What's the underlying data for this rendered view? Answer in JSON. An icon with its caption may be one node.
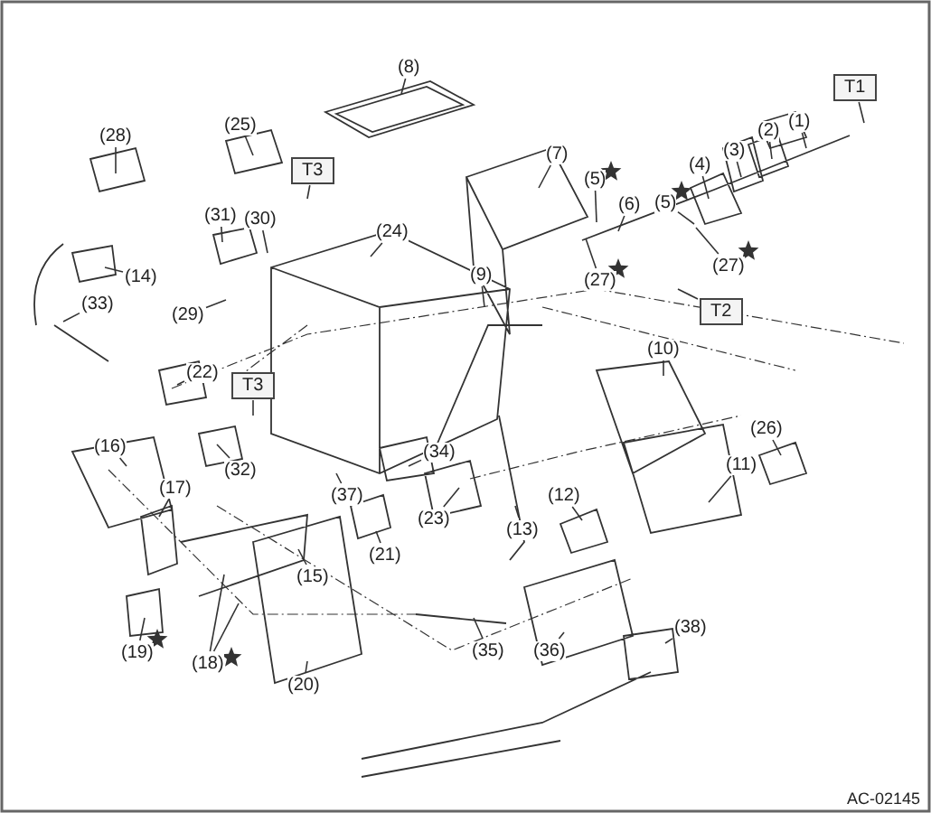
{
  "diagram": {
    "nodes": [
      {
        "text": [
          "(8)"
        ]
      },
      {
        "text": [
          "T1"
        ]
      },
      {
        "text": [
          "(1)"
        ]
      },
      {
        "text": [
          "(28)"
        ]
      },
      {
        "text": [
          "(2)"
        ]
      },
      {
        "text": [
          "(25)"
        ]
      },
      {
        "text": [
          "(3)"
        ]
      },
      {
        "text": [
          "(7)"
        ]
      },
      {
        "text": [
          "(4)"
        ]
      },
      {
        "text": [
          "T3"
        ]
      },
      {
        "text": [
          "(5)"
        ]
      },
      {
        "text": [
          "(6)"
        ]
      },
      {
        "text": [
          "(5)"
        ]
      },
      {
        "text": [
          "(31)"
        ]
      },
      {
        "text": [
          "(30)"
        ]
      },
      {
        "text": [
          "(24)"
        ]
      },
      {
        "text": [
          "(27)"
        ]
      },
      {
        "text": [
          "(9)"
        ]
      },
      {
        "text": [
          "(14)"
        ]
      },
      {
        "text": [
          "(27)"
        ]
      },
      {
        "text": [
          "(33)"
        ]
      },
      {
        "text": [
          "T2"
        ]
      },
      {
        "text": [
          "(29)"
        ]
      },
      {
        "text": [
          "(10)"
        ]
      },
      {
        "text": [
          "(22)"
        ]
      },
      {
        "text": [
          "T3"
        ]
      },
      {
        "text": [
          "(26)"
        ]
      },
      {
        "text": [
          "(16)"
        ]
      },
      {
        "text": [
          "(34)"
        ]
      },
      {
        "text": [
          "(11)"
        ]
      },
      {
        "text": [
          "(32)"
        ]
      },
      {
        "text": [
          "(17)"
        ]
      },
      {
        "text": [
          "(12)"
        ]
      },
      {
        "text": [
          "(37)"
        ]
      },
      {
        "text": [
          "(23)"
        ]
      },
      {
        "text": [
          "(13)"
        ]
      },
      {
        "text": [
          "(21)"
        ]
      },
      {
        "text": [
          "(15)"
        ]
      },
      {
        "text": [
          "(38)"
        ]
      },
      {
        "text": [
          "(19)"
        ]
      },
      {
        "text": [
          "(35)"
        ]
      },
      {
        "text": [
          "(36)"
        ]
      },
      {
        "text": [
          "(18)"
        ]
      },
      {
        "text": [
          "(20)"
        ]
      }
    ],
    "edges": [
      {
        "from": 0,
        "to": null,
        "arrow": "none"
      },
      {
        "from": 1,
        "to": null,
        "arrow": "none"
      },
      {
        "from": 2,
        "to": null,
        "arrow": "none"
      },
      {
        "from": 3,
        "to": null,
        "arrow": "none"
      },
      {
        "from": 4,
        "to": null,
        "arrow": "none"
      },
      {
        "from": 5,
        "to": null,
        "arrow": "none"
      },
      {
        "from": 6,
        "to": null,
        "arrow": "none"
      },
      {
        "from": 7,
        "to": null,
        "arrow": "none"
      },
      {
        "from": 8,
        "to": null,
        "arrow": "none"
      },
      {
        "from": 9,
        "to": null,
        "arrow": "none"
      },
      {
        "from": 10,
        "to": null,
        "arrow": "none"
      },
      {
        "from": 11,
        "to": null,
        "arrow": "none"
      },
      {
        "from": 12,
        "to": null,
        "arrow": "none"
      },
      {
        "from": 13,
        "to": null,
        "arrow": "none"
      },
      {
        "from": 14,
        "to": null,
        "arrow": "none"
      },
      {
        "from": 15,
        "to": null,
        "arrow": "none"
      },
      {
        "from": 16,
        "to": null,
        "arrow": "none"
      },
      {
        "from": 17,
        "to": null,
        "arrow": "none"
      },
      {
        "from": 18,
        "to": null,
        "arrow": "none"
      },
      {
        "from": 19,
        "to": null,
        "arrow": "none"
      },
      {
        "from": 20,
        "to": null,
        "arrow": "none"
      },
      {
        "from": 21,
        "to": null,
        "arrow": "none"
      },
      {
        "from": 22,
        "to": null,
        "arrow": "none"
      },
      {
        "from": 23,
        "to": null,
        "arrow": "none"
      },
      {
        "from": 24,
        "to": null,
        "arrow": "none"
      },
      {
        "from": 25,
        "to": null,
        "arrow": "none"
      },
      {
        "from": 26,
        "to": null,
        "arrow": "none"
      },
      {
        "from": 27,
        "to": null,
        "arrow": "none"
      },
      {
        "from": 28,
        "to": null,
        "arrow": "none"
      },
      {
        "from": 29,
        "to": null,
        "arrow": "none"
      },
      {
        "from": 30,
        "to": null,
        "arrow": "none"
      },
      {
        "from": 31,
        "to": null,
        "arrow": "none"
      },
      {
        "from": 32,
        "to": null,
        "arrow": "none"
      },
      {
        "from": 33,
        "to": null,
        "arrow": "none"
      },
      {
        "from": 34,
        "to": null,
        "arrow": "none"
      },
      {
        "from": 35,
        "to": null,
        "arrow": "none"
      },
      {
        "from": 36,
        "to": null,
        "arrow": "none"
      },
      {
        "from": 37,
        "to": null,
        "arrow": "none"
      },
      {
        "from": 38,
        "to": null,
        "arrow": "none"
      },
      {
        "from": 39,
        "to": null,
        "arrow": "none"
      },
      {
        "from": 40,
        "to": null,
        "arrow": "none"
      },
      {
        "from": 41,
        "to": null,
        "arrow": "none"
      },
      {
        "from": 42,
        "to": null,
        "arrow": "none"
      },
      {
        "from": 42,
        "to": null,
        "arrow": "none"
      },
      {
        "from": 43,
        "to": null,
        "arrow": "none"
      }
    ],
    "labels": [
      "AC-02145"
    ]
  }
}
